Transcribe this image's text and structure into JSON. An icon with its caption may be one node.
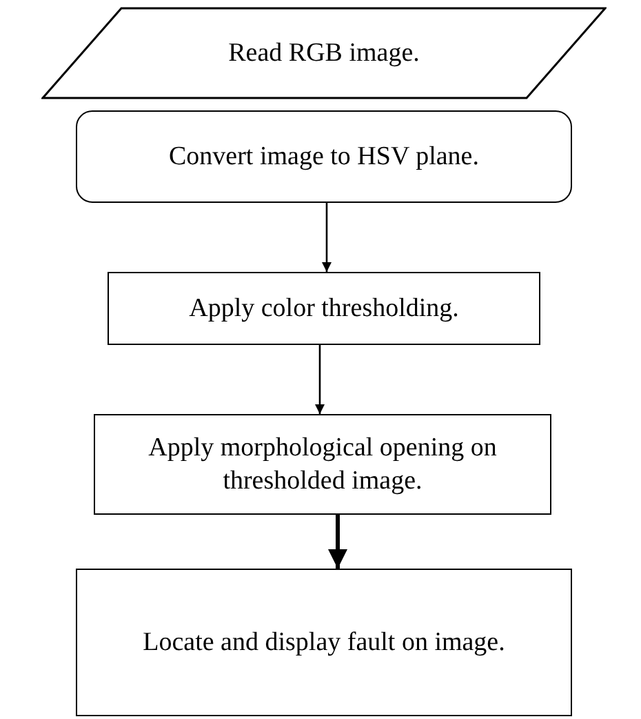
{
  "diagram": {
    "nodes": [
      {
        "text": [
          "Read RGB image."
        ]
      },
      {
        "text": [
          "Convert image to HSV plane."
        ]
      },
      {
        "text": [
          "Apply color thresholding."
        ]
      },
      {
        "text": [
          "Apply morphological opening on thresholded image."
        ]
      },
      {
        "text": [
          "Locate and display fault on image."
        ]
      }
    ],
    "edges": [
      {
        "from": 1,
        "to": 2,
        "arrow": "to"
      },
      {
        "from": 2,
        "to": 3,
        "arrow": "to"
      },
      {
        "from": 3,
        "to": 4,
        "arrow": "to",
        "style": "thick"
      }
    ]
  }
}
